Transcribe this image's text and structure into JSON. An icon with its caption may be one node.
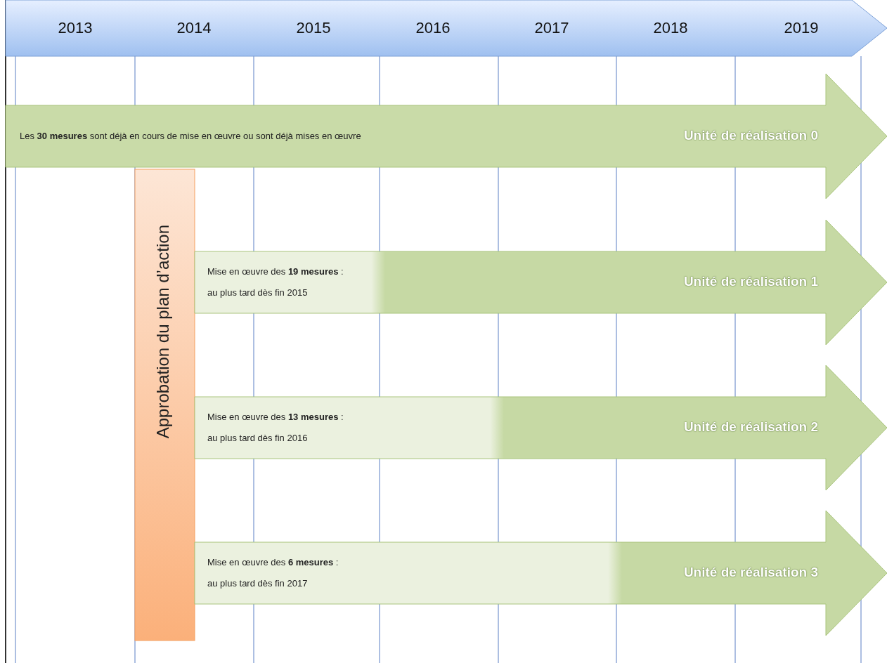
{
  "diagram": {
    "nodes": [
      {
        "text": [
          "2013",
          "2014",
          "2015",
          "2016",
          "2017",
          "2018",
          "2019"
        ]
      },
      {
        "text": [
          "Approbation du plan d’action"
        ]
      },
      {
        "text": [
          "Les **30 mesures** sont déjà en cours de mise en œuvre ou sont déjà mises en œuvre",
          "Unité de réalisation 0"
        ]
      },
      {
        "text": [
          "Mise en œuvre des **19 mesures** :",
          "au plus tard dès fin 2015",
          "Unité de réalisation 1"
        ]
      },
      {
        "text": [
          "Mise en œuvre des **13 mesures** :",
          "au plus tard dès fin 2016",
          "Unité de réalisation 2"
        ]
      },
      {
        "text": [
          "Mise en œuvre des **6 mesures** :",
          "au plus tard dès fin 2017",
          "Unité de réalisation 3"
        ]
      }
    ]
  }
}
